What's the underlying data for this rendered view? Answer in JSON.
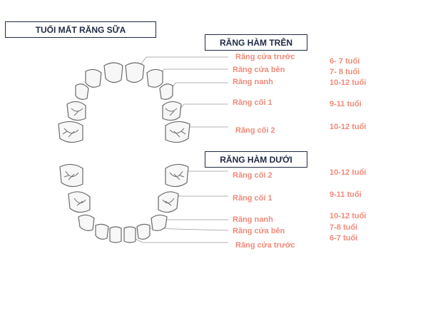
{
  "title": "TUỔI MẤT RĂNG SỮA",
  "upper": {
    "heading": "RĂNG HÀM TRÊN",
    "items": [
      {
        "label": "Răng cửa trước",
        "age": "6- 7 tuổi"
      },
      {
        "label": "Răng cửa bên",
        "age": "7- 8 tuổi"
      },
      {
        "label": "Răng nanh",
        "age": "10-12 tuổi"
      },
      {
        "label": "Răng cối 1",
        "age": "9-11 tuổi"
      },
      {
        "label": "Răng cối 2",
        "age": "10-12 tuổi"
      }
    ]
  },
  "lower": {
    "heading": "RĂNG HÀM DƯỚI",
    "items": [
      {
        "label": "Răng cối 2",
        "age": "10-12 tuổi"
      },
      {
        "label": "Răng cối 1",
        "age": "9-11 tuổi"
      },
      {
        "label": "Răng nanh",
        "age": "10-12 tuổi"
      },
      {
        "label": "Răng cửa bên",
        "age": "7-8 tuổi"
      },
      {
        "label": "Răng cửa trước",
        "age": "6-7 tuổi"
      }
    ]
  },
  "colors": {
    "label": "#f08a7a",
    "heading": "#1f2a44",
    "tooth_outline": "#6b6b6b"
  }
}
